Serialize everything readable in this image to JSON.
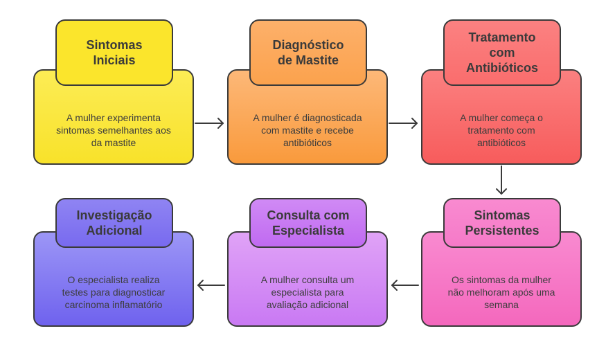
{
  "steps": [
    {
      "title": "Sintomas\nIniciais",
      "description": "A mulher experimenta\nsintomas semelhantes aos\nda mastite",
      "color": "#fbe93c",
      "tab_color": "#fbe52c"
    },
    {
      "title": "Diagnóstico\nde Mastite",
      "description": "A mulher é diagnosticada\ncom mastite e recebe\nantibióticos",
      "color": "#fba24d",
      "tab_color": "#fcab5b"
    },
    {
      "title": "Tratamento\ncom\nAntibióticos",
      "description": "A mulher começa o\ntratamento com\nantibióticos",
      "color": "#fb6b6b",
      "tab_color": "#fb7676"
    },
    {
      "title": "Sintomas\nPersistentes",
      "description": "Os sintomas da mulher\nnão melhoram após uma\nsemana",
      "color": "#f77ac6",
      "tab_color": "#f57ac8"
    },
    {
      "title": "Consulta com\nEspecialista",
      "description": "A mulher consulta um\nespecialista para\navaliação adicional",
      "color": "#d68af5",
      "tab_color": "#c873f3"
    },
    {
      "title": "Investigação\nAdicional",
      "description": "O especialista realiza\ntestes para diagnosticar\ncarcinoma inflamatório",
      "color": "#8a82f5",
      "tab_color": "#7f71f0"
    }
  ]
}
